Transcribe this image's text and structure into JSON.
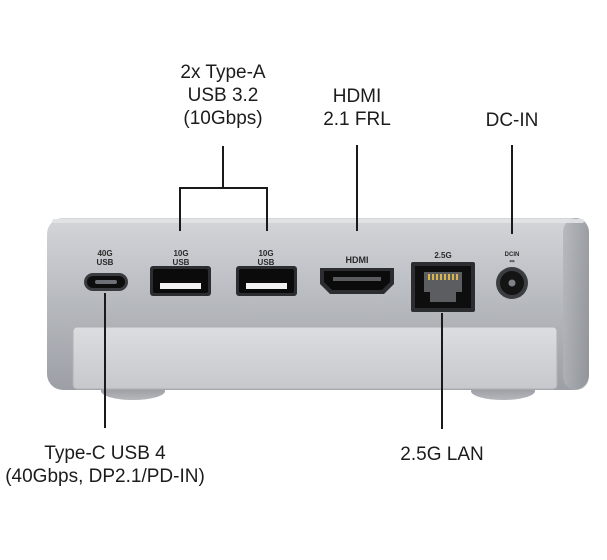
{
  "callouts": {
    "usb_a": {
      "line1": "2x Type-A",
      "line2": "USB 3.2",
      "line3": "(10Gbps)"
    },
    "hdmi": {
      "line1": "HDMI",
      "line2": "2.1 FRL"
    },
    "dcin": {
      "line1": "DC-IN"
    },
    "usbc": {
      "line1": "Type-C USB 4",
      "line2": "(40Gbps, DP2.1/PD-IN)"
    },
    "lan": {
      "line1": "2.5G LAN"
    }
  },
  "port_labels": {
    "usbc": {
      "l1": "40G",
      "l2": "USB"
    },
    "usba1": {
      "l1": "10G",
      "l2": "USB"
    },
    "usba2": {
      "l1": "10G",
      "l2": "USB"
    },
    "hdmi": {
      "l1": "HDMI"
    },
    "lan": {
      "l1": "2.5G"
    },
    "dcin": {
      "l1": "DCIN",
      "l2": "⎓"
    }
  },
  "colors": {
    "body_top": "#c9cbcf",
    "body_bottom": "#9a9da3",
    "panel": "#d8d9dc",
    "port_dark": "#111111",
    "callout_text": "#1c1c1c"
  }
}
